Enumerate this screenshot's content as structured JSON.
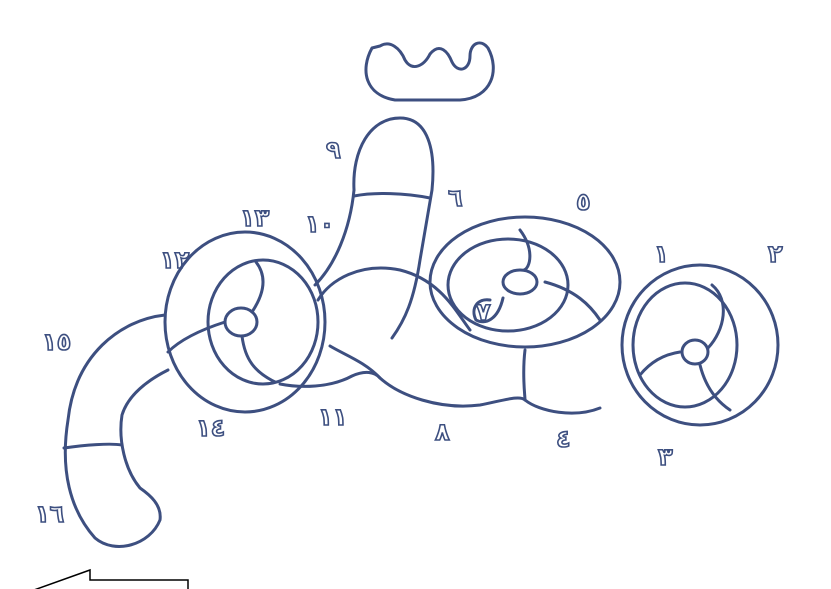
{
  "diagram": {
    "ink_color": "#3d4f80",
    "background": "#ffffff",
    "top_letter": "س",
    "segment_labels": [
      "١",
      "٢",
      "٣",
      "٤",
      "٥",
      "٦",
      "٧",
      "٨",
      "٩",
      "١٠",
      "١١",
      "١٢",
      "١٣",
      "١٤",
      "١٥",
      "١٦"
    ],
    "arrow_direction": "left"
  }
}
